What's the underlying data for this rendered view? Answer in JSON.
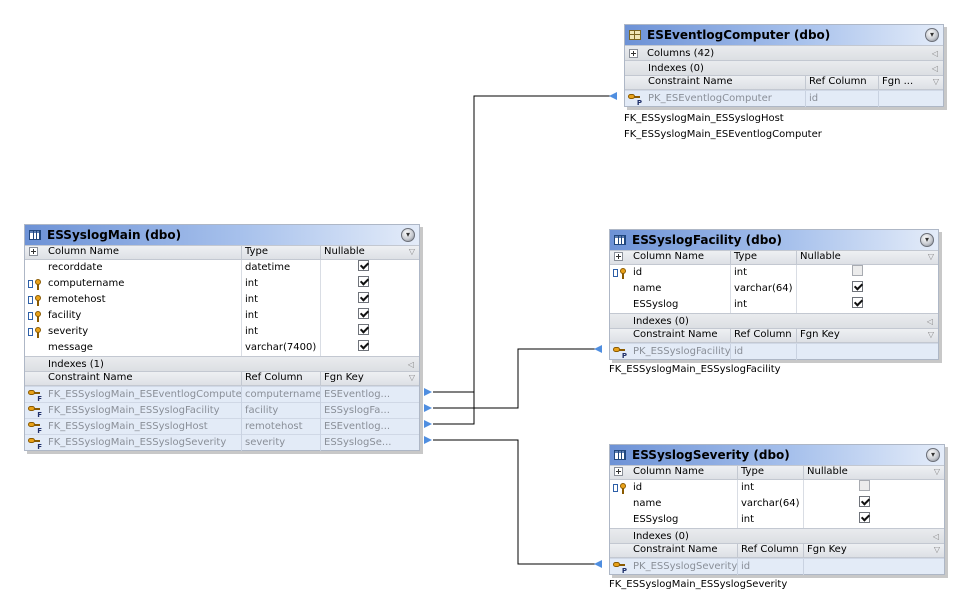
{
  "colors": {
    "title_gradient_start": "#6d92d6",
    "title_gradient_end": "#e4ecf9",
    "body": "#f3f6fb",
    "connector": "#000000",
    "arrow": "#4f8ee0"
  },
  "tables": {
    "main": {
      "title": "ESSyslogMain (dbo)",
      "col_header": {
        "name": "Column Name",
        "type": "Type",
        "nullable": "Nullable"
      },
      "columns": [
        {
          "icon": "none",
          "name": "recorddate",
          "type": "datetime",
          "nullable": true
        },
        {
          "icon": "foreign-key-icon",
          "name": "computername",
          "type": "int",
          "nullable": true
        },
        {
          "icon": "foreign-key-icon",
          "name": "remotehost",
          "type": "int",
          "nullable": true
        },
        {
          "icon": "foreign-key-icon",
          "name": "facility",
          "type": "int",
          "nullable": true
        },
        {
          "icon": "foreign-key-icon",
          "name": "severity",
          "type": "int",
          "nullable": true
        },
        {
          "icon": "none",
          "name": "message",
          "type": "varchar(7400)",
          "nullable": true
        }
      ],
      "indexes": "Indexes (1)",
      "cons_header": {
        "name": "Constraint Name",
        "ref": "Ref Column",
        "fgn": "Fgn Key"
      },
      "constraints": [
        {
          "name": "FK_ESSyslogMain_ESEventlogComputer",
          "ref": "computername",
          "fgn": "ESEventlog..."
        },
        {
          "name": "FK_ESSyslogMain_ESSyslogFacility",
          "ref": "facility",
          "fgn": "ESSyslogFa..."
        },
        {
          "name": "FK_ESSyslogMain_ESSyslogHost",
          "ref": "remotehost",
          "fgn": "ESEventlog..."
        },
        {
          "name": "FK_ESSyslogMain_ESSyslogSeverity",
          "ref": "severity",
          "fgn": "ESSyslogSe..."
        }
      ]
    },
    "computer": {
      "title": "ESEventlogComputer (dbo)",
      "columns_label": "Columns (42)",
      "indexes": "Indexes (0)",
      "cons_header": {
        "name": "Constraint Name",
        "ref": "Ref Column",
        "fgn": "Fgn ..."
      },
      "constraints": [
        {
          "name": "PK_ESEventlogComputer",
          "ref": "id"
        }
      ],
      "rel_labels": [
        "FK_ESSyslogMain_ESSyslogHost",
        "FK_ESSyslogMain_ESEventlogComputer"
      ]
    },
    "facility": {
      "title": "ESSyslogFacility (dbo)",
      "col_header": {
        "name": "Column Name",
        "type": "Type",
        "nullable": "Nullable"
      },
      "columns": [
        {
          "icon": "primary-key-icon",
          "name": "id",
          "type": "int",
          "nullable": false
        },
        {
          "icon": "none",
          "name": "name",
          "type": "varchar(64)",
          "nullable": true
        },
        {
          "icon": "none",
          "name": "ESSyslog",
          "type": "int",
          "nullable": true
        }
      ],
      "indexes": "Indexes (0)",
      "cons_header": {
        "name": "Constraint Name",
        "ref": "Ref Column",
        "fgn": "Fgn Key"
      },
      "constraints": [
        {
          "name": "PK_ESSyslogFacility",
          "ref": "id"
        }
      ],
      "rel_labels": [
        "FK_ESSyslogMain_ESSyslogFacility"
      ]
    },
    "severity": {
      "title": "ESSyslogSeverity (dbo)",
      "col_header": {
        "name": "Column Name",
        "type": "Type",
        "nullable": "Nullable"
      },
      "columns": [
        {
          "icon": "primary-key-icon",
          "name": "id",
          "type": "int",
          "nullable": false
        },
        {
          "icon": "none",
          "name": "name",
          "type": "varchar(64)",
          "nullable": true
        },
        {
          "icon": "none",
          "name": "ESSyslog",
          "type": "int",
          "nullable": true
        }
      ],
      "indexes": "Indexes (0)",
      "cons_header": {
        "name": "Constraint Name",
        "ref": "Ref Column",
        "fgn": "Fgn Key"
      },
      "constraints": [
        {
          "name": "PK_ESSyslogSeverity",
          "ref": "id"
        }
      ],
      "rel_labels": [
        "FK_ESSyslogMain_ESSyslogSeverity"
      ]
    }
  }
}
